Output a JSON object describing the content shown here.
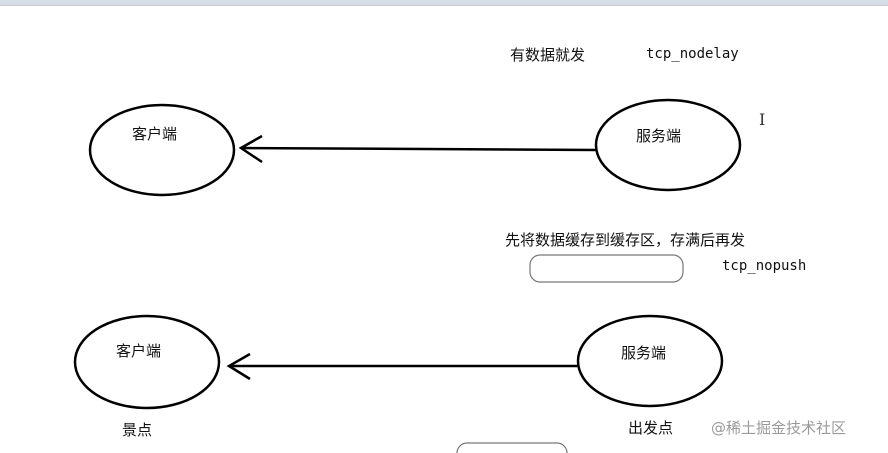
{
  "top": {
    "note": "有数据就发",
    "option": "tcp_nodelay",
    "client": "客户端",
    "server": "服务端"
  },
  "bottom": {
    "note": "先将数据缓存到缓存区，存满后再发",
    "option": "tcp_nopush",
    "client": "客户端",
    "server": "服务端",
    "client_caption": "景点",
    "server_caption": "出发点"
  },
  "watermark": "@稀土掘金技术社区",
  "cursor_glyph": "I"
}
